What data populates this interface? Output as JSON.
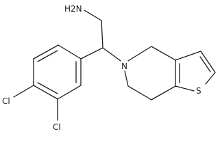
{
  "molecule": {
    "atoms": {
      "amine": "H2N",
      "ring_nitrogen": "N",
      "sulfur": "S",
      "chlorine_para": "Cl",
      "chlorine_meta": "Cl"
    }
  },
  "colors": {
    "bond": "#1a1a1a",
    "background": "#ffffff"
  }
}
